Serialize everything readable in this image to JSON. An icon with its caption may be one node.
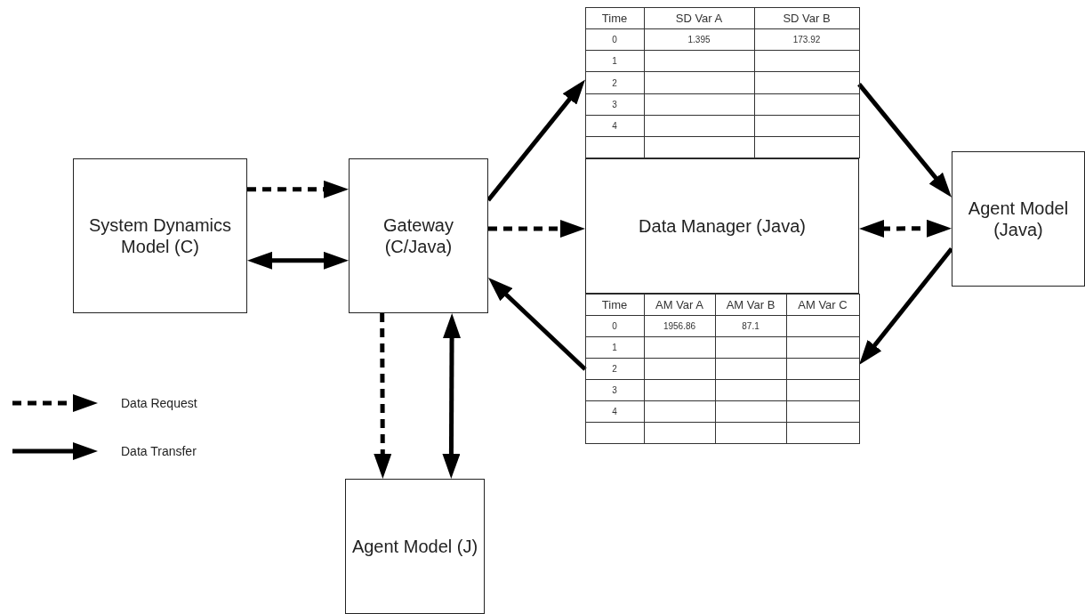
{
  "diagram": {
    "nodes": [
      {
        "text": [
          "System Dynamics Model (C)"
        ]
      },
      {
        "text": [
          "Gateway (C/Java)"
        ]
      },
      {
        "text": [],
        "shape": "table"
      },
      {
        "text": [
          "Data Manager (Java)"
        ]
      },
      {
        "text": [],
        "shape": "table"
      },
      {
        "text": [
          "Agent Model (Java)"
        ]
      },
      {
        "text": [
          "Agent Model (J)"
        ]
      }
    ],
    "edges": [
      {
        "from": 0,
        "to": 1,
        "arrow": "to",
        "style": "dashed"
      },
      {
        "from": 0,
        "to": 1,
        "arrow": "both"
      },
      {
        "from": 1,
        "to": 3,
        "arrow": "to",
        "style": "dashed"
      },
      {
        "from": 1,
        "to": 2,
        "arrow": "to"
      },
      {
        "from": 4,
        "to": 1,
        "arrow": "to"
      },
      {
        "from": 1,
        "to": 6,
        "arrow": "to",
        "style": "dashed"
      },
      {
        "from": 1,
        "to": 6,
        "arrow": "both"
      },
      {
        "from": 2,
        "to": 5,
        "arrow": "to"
      },
      {
        "from": 5,
        "to": 4,
        "arrow": "to"
      },
      {
        "from": 3,
        "to": 5,
        "arrow": "both",
        "style": "dashed"
      }
    ],
    "labels": [
      "Time",
      "SD Var A",
      "SD Var B",
      "0",
      "1.395",
      "173.92",
      "1",
      "2",
      "3",
      "4",
      "Time",
      "AM Var A",
      "AM Var B",
      "AM Var C",
      "0",
      "1956.86",
      "87.1",
      "1",
      "2",
      "3",
      "4"
    ],
    "legend": [
      {
        "text": "Data Request"
      },
      {
        "text": "Data Transfer"
      }
    ]
  }
}
